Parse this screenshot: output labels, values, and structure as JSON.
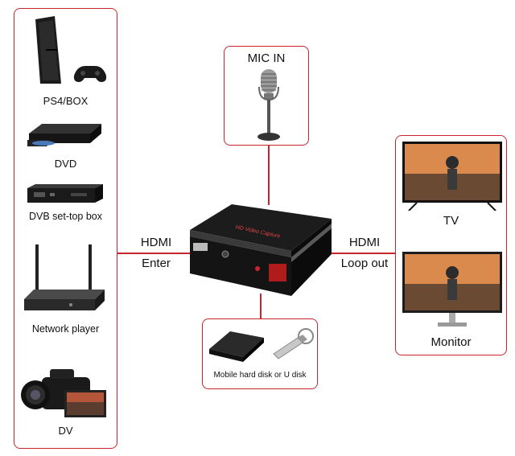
{
  "sources": {
    "ps4": "PS4/BOX",
    "dvd": "DVD",
    "dvb": "DVB set-top box",
    "network": "Network player",
    "dv": "DV"
  },
  "mic": {
    "label": "MIC IN"
  },
  "hdmi_in": {
    "line1": "HDMI",
    "line2": "Enter"
  },
  "hdmi_out": {
    "line1": "HDMI",
    "line2": "Loop out"
  },
  "outputs": {
    "tv": "TV",
    "monitor": "Monitor"
  },
  "storage": {
    "label": "Mobile hard disk or U disk"
  },
  "device": {
    "brand": "HD Video Capture"
  },
  "colors": {
    "accent": "#c8262c",
    "device_body": "#1a1a1a"
  }
}
